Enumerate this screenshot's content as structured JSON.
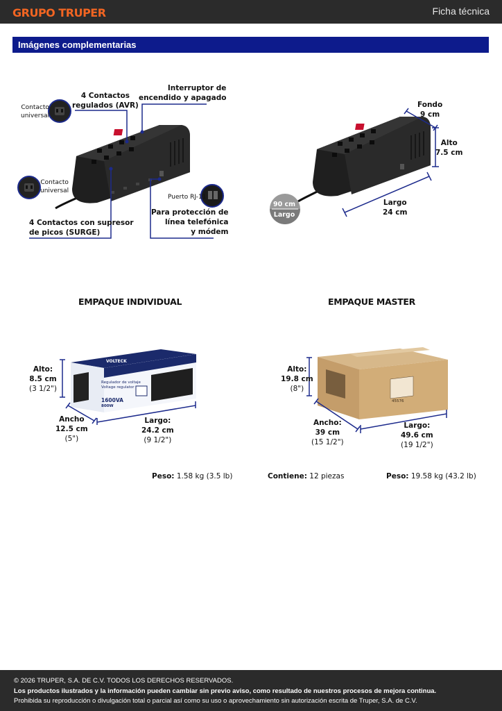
{
  "header": {
    "brand": "GRUPO TRUPER",
    "doc_title": "Ficha técnica"
  },
  "section": {
    "title": "Imágenes complementarias"
  },
  "features": {
    "contacts_avr": [
      "4 Contactos",
      "regulados (AVR)"
    ],
    "contacto_universal_top": [
      "Contacto",
      "universal"
    ],
    "switch": [
      "Interruptor de",
      "encendido y apagado"
    ],
    "contacto_universal_bottom": [
      "Contacto",
      "universal"
    ],
    "surge": [
      "4 Contactos con supresor",
      "de picos (SURGE)"
    ],
    "rj11_port": "Puerto RJ-11",
    "phone_protection": [
      "Para protección de",
      "línea telefónica",
      "y módem"
    ]
  },
  "dimensions": {
    "fondo": [
      "Fondo",
      "9 cm"
    ],
    "alto": [
      "Alto",
      "7.5 cm"
    ],
    "largo": [
      "Largo",
      "24 cm"
    ],
    "cable": [
      "90 cm",
      "Largo"
    ]
  },
  "packages": {
    "individual": {
      "title": "EMPAQUE INDIVIDUAL",
      "alto": [
        "Alto:",
        "8.5 cm",
        "(3 1/2\")"
      ],
      "ancho": [
        "Ancho",
        "12.5 cm",
        "(5\")"
      ],
      "largo": [
        "Largo:",
        "24.2 cm",
        "(9 1/2\")"
      ],
      "peso_label": "Peso:",
      "peso_value": "1.58 kg (3.5 lb)",
      "box_brand": "VOLTECK",
      "box_text": [
        "Regulador de voltaje",
        "Voltage regulator"
      ],
      "box_capacity": [
        "1600VA",
        "800W"
      ]
    },
    "master": {
      "title": "EMPAQUE MASTER",
      "alto": [
        "Alto:",
        "19.8 cm",
        "(8\")"
      ],
      "ancho": [
        "Ancho:",
        "39 cm",
        "(15 1/2\")"
      ],
      "largo": [
        "Largo:",
        "49.6 cm",
        "(19 1/2\")"
      ],
      "contiene_label": "Contiene:",
      "contiene_value": "12 piezas",
      "peso_label": "Peso:",
      "peso_value": "19.58 kg (43.2 lb)",
      "box_code": "45576"
    }
  },
  "footer": {
    "copyright": "© 2026 TRUPER, S.A. DE C.V. TODOS LOS DERECHOS RESERVADOS.",
    "notice": "Los productos ilustrados y la información pueden cambiar sin previo aviso, como resultado de nuestros procesos de mejora continua.",
    "prohibition": "Prohibida su reproducción o divulgación total o parcial así como su uso o aprovechamiento sin autorización escrita de Truper, S.A. de C.V."
  },
  "colors": {
    "accent": "#f26522",
    "section_blue": "#0d1b8c",
    "callout_blue": "#1c2a8c",
    "dark_bar": "#2b2b2b"
  }
}
